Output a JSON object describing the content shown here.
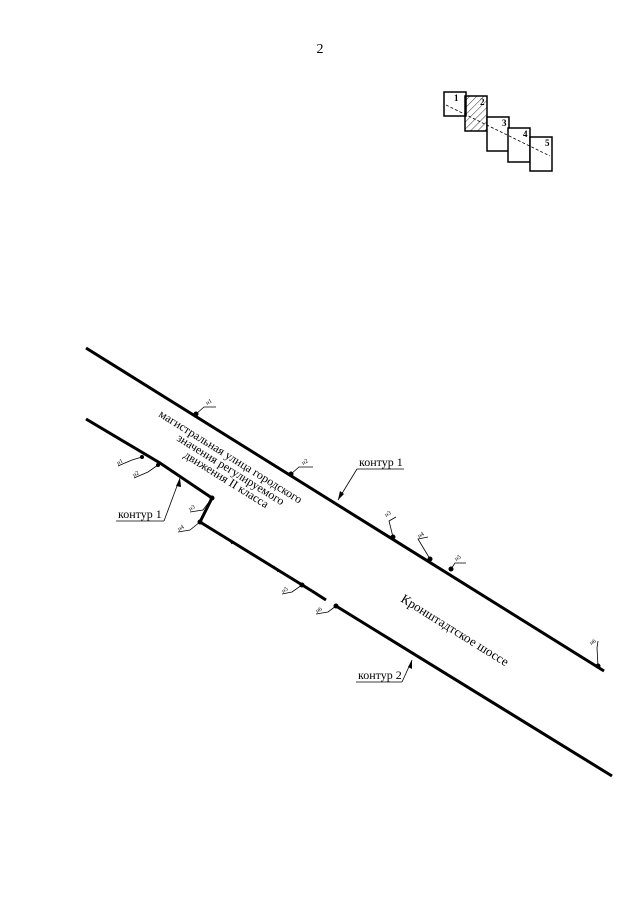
{
  "page": {
    "number": "2"
  },
  "key_map": {
    "sheets": [
      "1",
      "2",
      "3",
      "4",
      "5"
    ],
    "highlighted_sheet": "2"
  },
  "map": {
    "street_label_lines": [
      "магистральная улица городского",
      "значения регулируемого",
      "движения II класса"
    ],
    "road_name": "Кронштадтское шоссе",
    "contour_labels": {
      "upper_right": "контур 1",
      "left": "контур 1",
      "bottom": "контур 2"
    },
    "point_labels": {
      "north_1": "н1",
      "north_2": "н2",
      "north_3": "н3",
      "north_4": "н4",
      "north_5": "н5",
      "north_6": "н6",
      "south_1": "н1",
      "south_2": "н2",
      "south_3": "н3",
      "south_4": "н4",
      "south_5": "н5",
      "south_6": "н6"
    }
  }
}
